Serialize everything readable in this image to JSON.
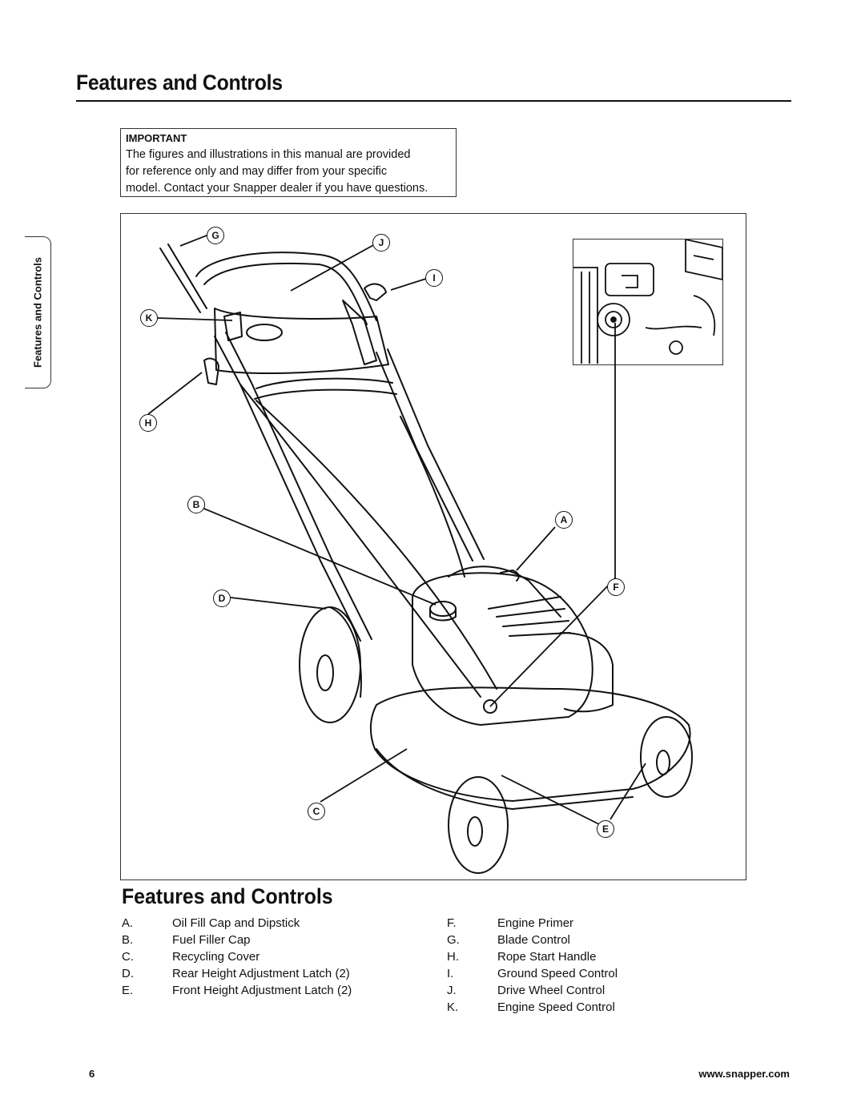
{
  "header": {
    "title": "Features and Controls"
  },
  "side_tab": {
    "label": "Features and Controls"
  },
  "notice": {
    "heading": "IMPORTANT",
    "lines": [
      "The figures and illustrations in this manual are provided",
      "for reference only and may differ from your specific",
      "model. Contact your Snapper dealer if you have questions."
    ]
  },
  "callouts": {
    "A": "A",
    "B": "B",
    "C": "C",
    "D": "D",
    "E": "E",
    "F": "F",
    "G": "G",
    "H": "H",
    "I": "I",
    "J": "J",
    "K": "K"
  },
  "legend": {
    "title": "Features and Controls",
    "left": [
      {
        "key": "A.",
        "label": "Oil Fill Cap and Dipstick"
      },
      {
        "key": "B.",
        "label": "Fuel Filler Cap"
      },
      {
        "key": "C.",
        "label": "Recycling Cover"
      },
      {
        "key": "D.",
        "label": "Rear Height Adjustment Latch (2)"
      },
      {
        "key": "E.",
        "label": "Front Height Adjustment Latch (2)"
      }
    ],
    "right": [
      {
        "key": "F.",
        "label": "Engine Primer"
      },
      {
        "key": "G.",
        "label": "Blade Control"
      },
      {
        "key": "H.",
        "label": "Rope Start Handle"
      },
      {
        "key": "I.",
        "label": "Ground Speed Control"
      },
      {
        "key": "J.",
        "label": "Drive Wheel Control"
      },
      {
        "key": "K.",
        "label": "Engine Speed Control"
      }
    ]
  },
  "footer": {
    "page_number": "6",
    "url": "www.snapper.com"
  }
}
